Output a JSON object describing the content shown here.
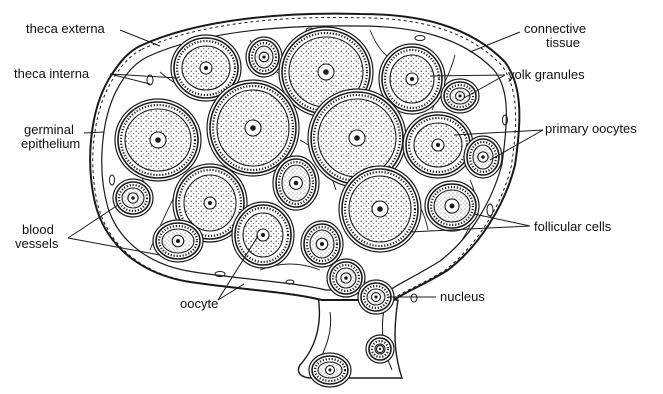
{
  "labels": {
    "theca_externa": "theca externa",
    "theca_interna": "theca interna",
    "germinal_1": "germinal",
    "germinal_2": "epithelium",
    "blood_1": "blood",
    "blood_2": "vessels",
    "oocyte": "oocyte",
    "connective_1": "connective",
    "connective_2": "tissue",
    "yolk_granules": "yolk granules",
    "primary_oocytes": "primary oocytes",
    "follicular_cells": "follicular cells",
    "nucleus": "nucleus"
  },
  "colors": {
    "ink": "#1a1a1a",
    "stipple": "#555555",
    "background": "#ffffff"
  }
}
